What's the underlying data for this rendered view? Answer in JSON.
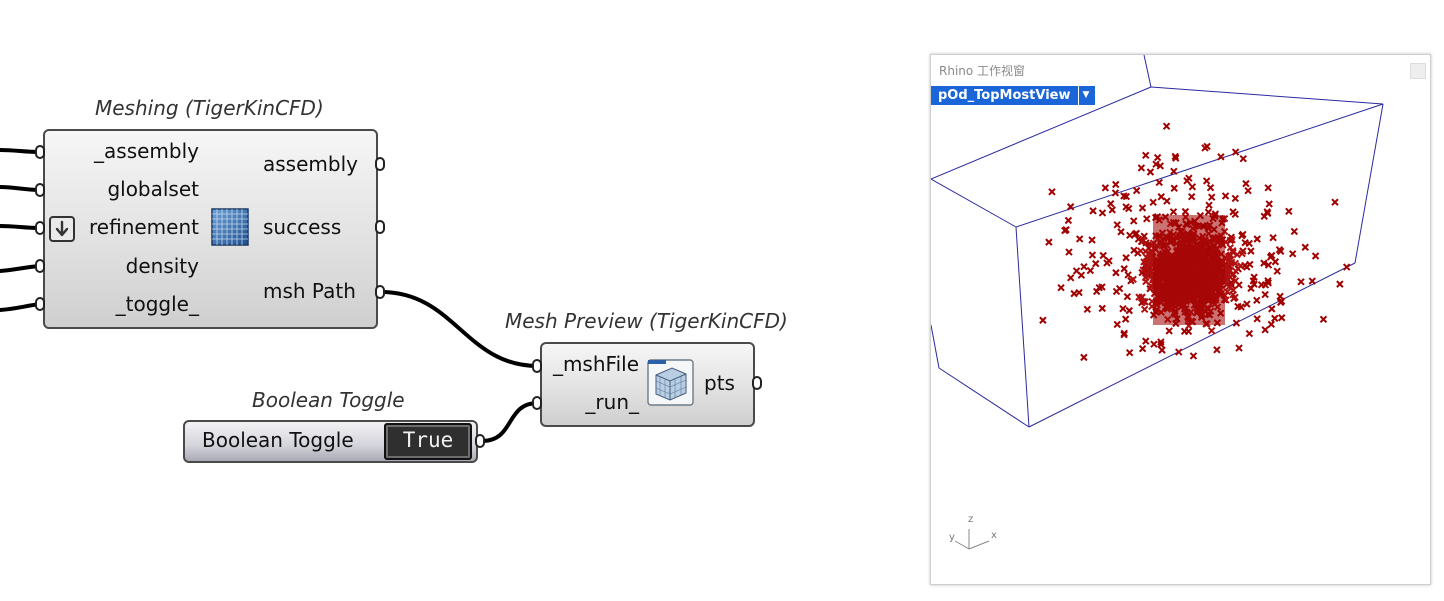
{
  "meshing": {
    "title": "Meshing (TigerKinCFD)",
    "inputs": [
      "_assembly",
      "globalset",
      "refinement",
      "density",
      "_toggle_"
    ],
    "outputs": [
      "assembly",
      "success",
      "msh Path"
    ]
  },
  "mesh_preview": {
    "title": "Mesh Preview (TigerKinCFD)",
    "inputs": [
      "_mshFile",
      "_run_"
    ],
    "outputs": [
      "pts"
    ]
  },
  "boolean_toggle": {
    "title": "Boolean Toggle",
    "label": "Boolean Toggle",
    "value": "True"
  },
  "viewport": {
    "title": "Rhino 工作视窗",
    "tab_label": "pOd_TopMostView",
    "axis_labels": {
      "z": "z",
      "y": "y",
      "x": "x"
    }
  },
  "colors": {
    "wire": "#000000",
    "point": "#a00000",
    "point_dense": "#b01010",
    "box_edge": "#2a2aa0",
    "tab": "#1a66d9"
  },
  "icons": {
    "mesh_icon": "blue-grid-square",
    "preview_icon": "mesh-cube",
    "down_arrow_icon": "arrow-down-in-box"
  }
}
